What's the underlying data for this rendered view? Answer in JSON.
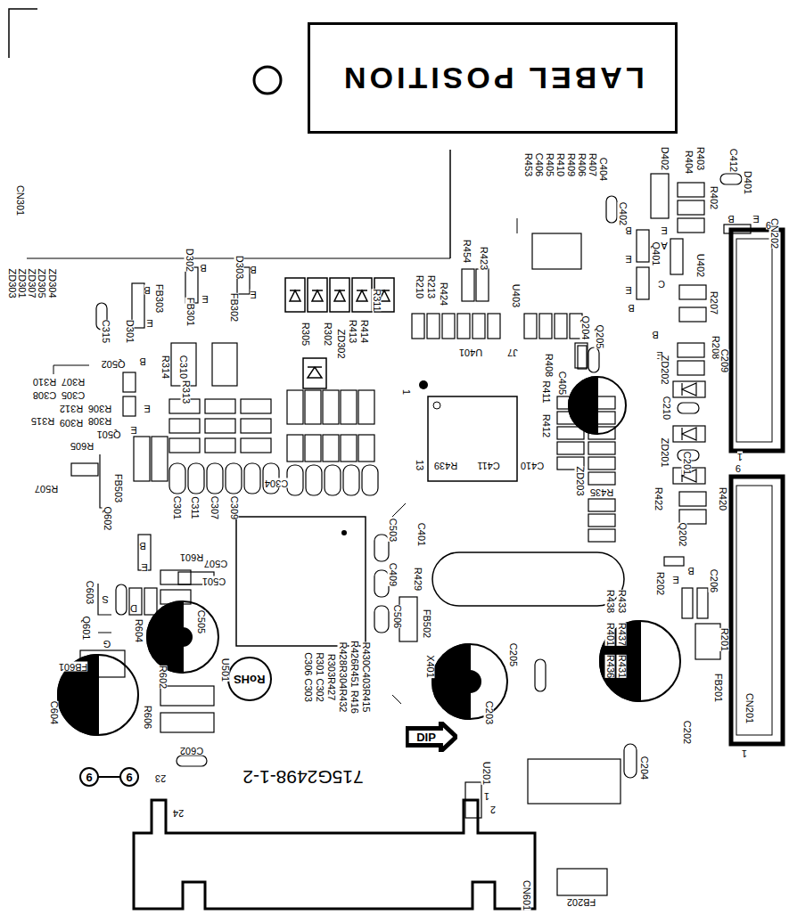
{
  "diagram": {
    "nodes": [
      {
        "text": [
          "LABEL POSITION"
        ]
      },
      {
        "text": [
          "RoHS"
        ]
      },
      {
        "text": [
          "DIP"
        ]
      }
    ],
    "labels": [
      "CN301",
      "ZD304",
      "ZD305",
      "ZD307",
      "ZD301",
      "ZD303",
      "C315",
      "D301",
      "B",
      "E",
      "D302",
      "B",
      "E",
      "D303",
      "B",
      "E",
      "R210",
      "R213",
      "R424",
      "R454",
      "R423",
      "U403",
      "R453",
      "C406",
      "R405",
      "R410",
      "R409",
      "R406",
      "R407",
      "C404",
      "C402",
      "D402",
      "R404",
      "R403",
      "R402",
      "C412",
      "D401",
      "B",
      "E",
      "CN202",
      "B",
      "E",
      "E",
      "A",
      "C",
      "U402",
      "Q401",
      "B",
      "E",
      "Q204",
      "Q205",
      "R207",
      "R208",
      "C209",
      "B",
      "E",
      "ZD202",
      "C405",
      "C210",
      "ZD201",
      "C201",
      "9",
      "1",
      "9",
      "R422",
      "R420",
      "R411",
      "R412",
      "ZD203",
      "R435",
      "R439",
      "C411",
      "C410",
      "13",
      "1",
      "J7",
      "U401",
      "R408",
      "R311",
      "R414",
      "R413",
      "R302",
      "R305",
      "ZD302",
      "FB303",
      "FB301",
      "FB302",
      "Q502",
      "R314",
      "C310",
      "R313",
      "R310",
      "R307",
      "C308",
      "C305",
      "R312",
      "R306",
      "R315",
      "R309",
      "R308",
      "B",
      "E",
      "E",
      "Q501",
      "R605",
      "FB503",
      "R507",
      "Q602",
      "C301",
      "C311",
      "C307",
      "C309",
      "C304",
      "B",
      "E",
      "R601",
      "C507",
      "C501",
      "C603",
      "Q601",
      "S",
      "D",
      "G",
      "R604",
      "C505",
      "FB601",
      "C604",
      "R602",
      "R606",
      "C602",
      "23",
      "24",
      "715G2498-1-2",
      "U501",
      "C503",
      "C409",
      "C506",
      "C401",
      "R429",
      "FB502",
      "X401",
      "C205",
      "R438",
      "R433",
      "R401",
      "R437",
      "R436",
      "R431",
      "R202",
      "B",
      "E",
      "Q202",
      "C206",
      "R201",
      "FB201",
      "CN201",
      "C202",
      "1",
      "R430C403R415",
      "R426R451 R416",
      "R428R304R432",
      "R303R427",
      "R301 C302",
      "C306 C303",
      "C203",
      "U201",
      "1",
      "2",
      "C204",
      "FB202",
      "CN601",
      "6",
      "6"
    ]
  }
}
